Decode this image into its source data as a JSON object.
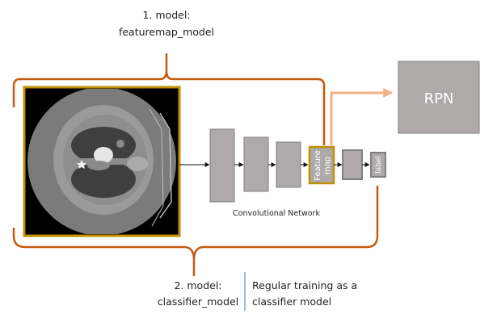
{
  "labels": {
    "model1_line1": "1. model:",
    "model1_line2": "featuremap_model",
    "model2_line1": "2. model:",
    "model2_line2": "classifier_model",
    "note_line1": "Regular training as a",
    "note_line2": "classifier model",
    "conv_network": "Convolutional Network",
    "rpn": "RPN",
    "feature_map_line1": "Feature",
    "feature_map_line2": "map",
    "label": "label"
  },
  "colors": {
    "brace": "#c55a11",
    "rpn_arrow": "#f4b183",
    "highlight_border": "#bf9000",
    "block_fill": "#aeaaaa",
    "block_border": "#7f7f7f",
    "divider": "#4472c4"
  }
}
